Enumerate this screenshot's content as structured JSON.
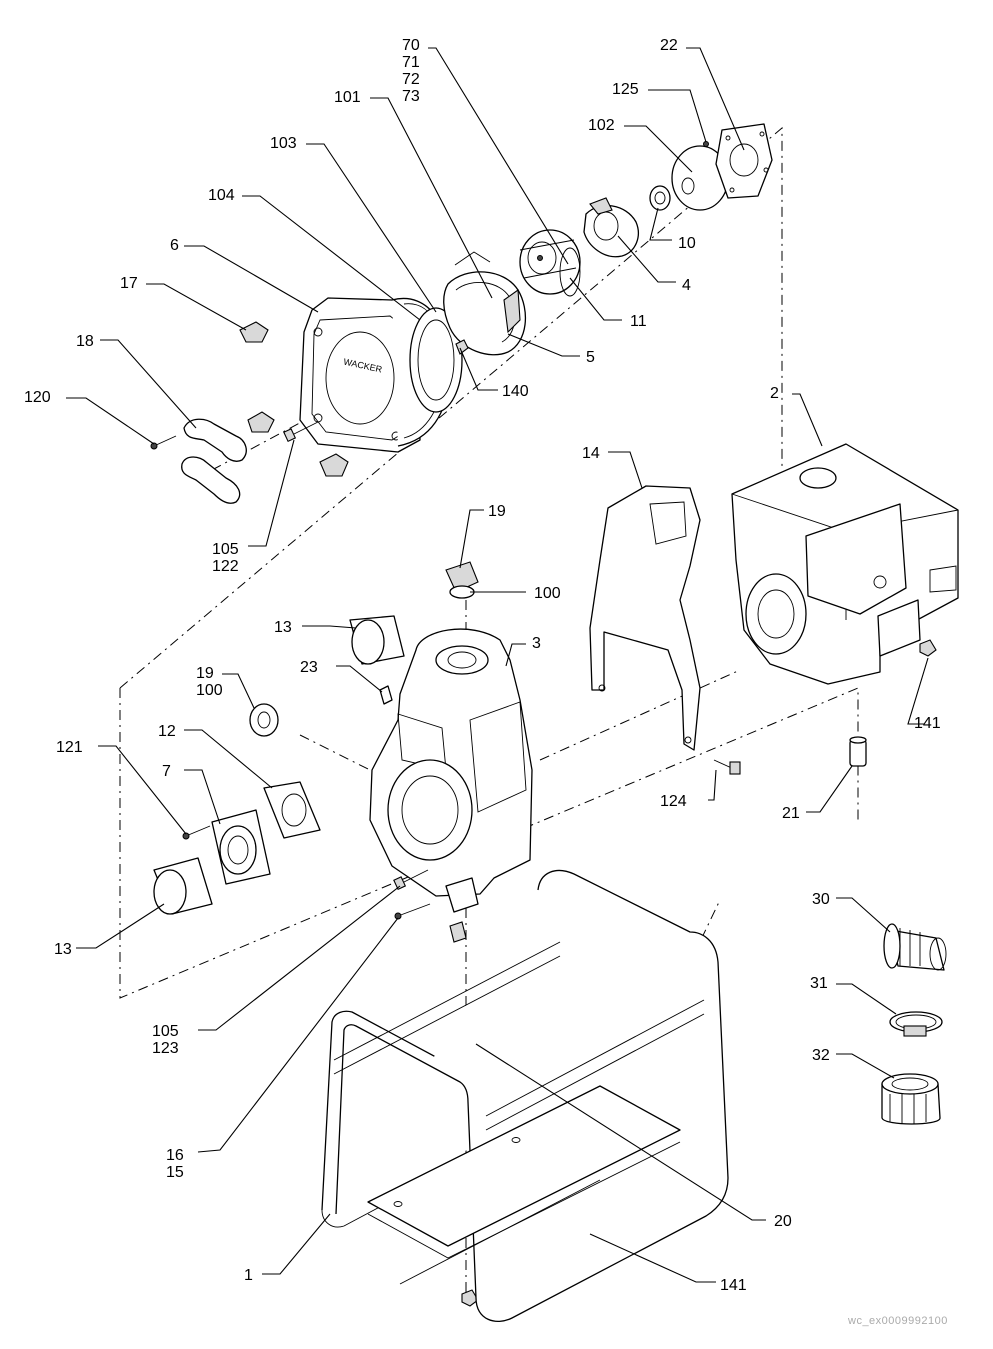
{
  "diagram": {
    "watermark": "wc_ex0009992100",
    "callouts": [
      {
        "id": "c70",
        "lines": [
          "70",
          "71",
          "72",
          "73"
        ]
      },
      {
        "id": "c22",
        "lines": [
          "22"
        ]
      },
      {
        "id": "c125",
        "lines": [
          "125"
        ]
      },
      {
        "id": "c101",
        "lines": [
          "101"
        ]
      },
      {
        "id": "c102",
        "lines": [
          "102"
        ]
      },
      {
        "id": "c103",
        "lines": [
          "103"
        ]
      },
      {
        "id": "c104",
        "lines": [
          "104"
        ]
      },
      {
        "id": "c10",
        "lines": [
          "10"
        ]
      },
      {
        "id": "c6",
        "lines": [
          "6"
        ]
      },
      {
        "id": "c4",
        "lines": [
          "4"
        ]
      },
      {
        "id": "c17",
        "lines": [
          "17"
        ]
      },
      {
        "id": "c11",
        "lines": [
          "11"
        ]
      },
      {
        "id": "c18",
        "lines": [
          "18"
        ]
      },
      {
        "id": "c5",
        "lines": [
          "5"
        ]
      },
      {
        "id": "c120",
        "lines": [
          "120"
        ]
      },
      {
        "id": "c140",
        "lines": [
          "140"
        ]
      },
      {
        "id": "c2",
        "lines": [
          "2"
        ]
      },
      {
        "id": "c14",
        "lines": [
          "14"
        ]
      },
      {
        "id": "c105a",
        "lines": [
          "105",
          "122"
        ]
      },
      {
        "id": "c19a",
        "lines": [
          "19"
        ]
      },
      {
        "id": "c100",
        "lines": [
          "100"
        ]
      },
      {
        "id": "c13a",
        "lines": [
          "13"
        ]
      },
      {
        "id": "c3",
        "lines": [
          "3"
        ]
      },
      {
        "id": "c23",
        "lines": [
          "23"
        ]
      },
      {
        "id": "c19b",
        "lines": [
          "19",
          "100"
        ]
      },
      {
        "id": "c141a",
        "lines": [
          "141"
        ]
      },
      {
        "id": "c121",
        "lines": [
          "121"
        ]
      },
      {
        "id": "c12",
        "lines": [
          "12"
        ]
      },
      {
        "id": "c7",
        "lines": [
          "7"
        ]
      },
      {
        "id": "c124",
        "lines": [
          "124"
        ]
      },
      {
        "id": "c21",
        "lines": [
          "21"
        ]
      },
      {
        "id": "c30",
        "lines": [
          "30"
        ]
      },
      {
        "id": "c13b",
        "lines": [
          "13"
        ]
      },
      {
        "id": "c31",
        "lines": [
          "31"
        ]
      },
      {
        "id": "c105b",
        "lines": [
          "105",
          "123"
        ]
      },
      {
        "id": "c32",
        "lines": [
          "32"
        ]
      },
      {
        "id": "c16",
        "lines": [
          "16",
          "15"
        ]
      },
      {
        "id": "c20",
        "lines": [
          "20"
        ]
      },
      {
        "id": "c1",
        "lines": [
          "1"
        ]
      },
      {
        "id": "c141b",
        "lines": [
          "141"
        ]
      }
    ]
  }
}
